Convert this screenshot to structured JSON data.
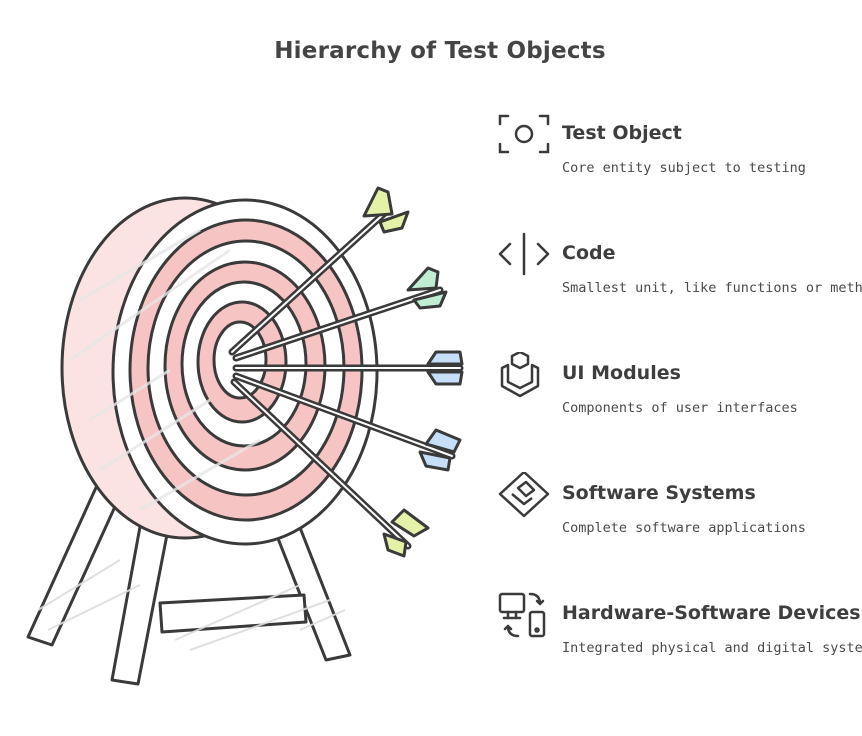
{
  "title": "Hierarchy of Test Objects",
  "items": [
    {
      "label": "Test Object",
      "description": "Core entity subject to testing",
      "icon": "focus-frame-icon"
    },
    {
      "label": "Code",
      "description": "Smallest unit, like functions or methods",
      "icon": "code-brackets-icon"
    },
    {
      "label": "UI Modules",
      "description": "Components of user interfaces",
      "icon": "module-block-icon"
    },
    {
      "label": "Software Systems",
      "description": "Complete software applications",
      "icon": "diamond-layers-icon"
    },
    {
      "label": "Hardware-Software Devices",
      "description": "Integrated physical and digital systems",
      "icon": "devices-sync-icon"
    }
  ],
  "illustration": {
    "name": "target-with-arrows",
    "arrow_count": 5,
    "colors": {
      "outline": "#3a3a3a",
      "ring_fill": "#f5b3b3",
      "ring_hatch": "#dcdcdc",
      "fletching": [
        "#e4f2a8",
        "#bfeed4",
        "#c6def7",
        "#c6def7",
        "#e4f2a8"
      ]
    }
  }
}
